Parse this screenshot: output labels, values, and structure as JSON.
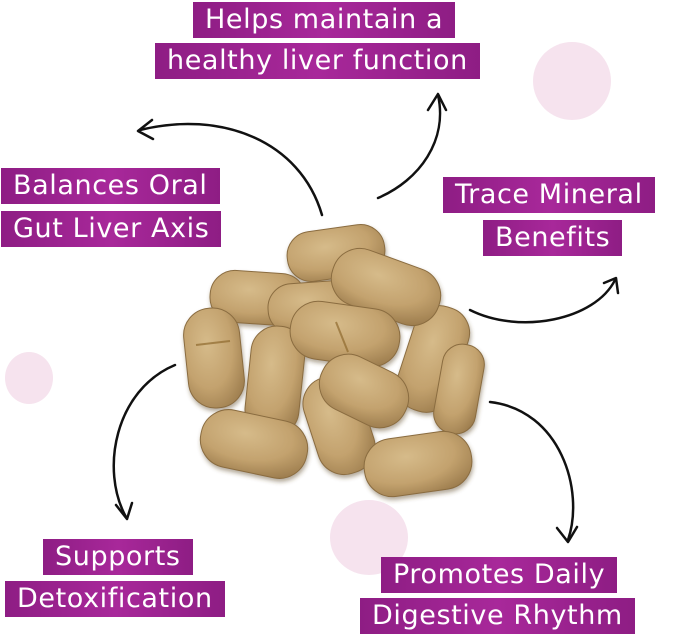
{
  "benefits": {
    "liver": [
      "Helps maintain a",
      "healthy liver function"
    ],
    "axis": [
      "Balances Oral",
      "Gut Liver Axis"
    ],
    "mineral": [
      "Trace Mineral",
      "Benefits"
    ],
    "detox": [
      "Supports",
      "Detoxification"
    ],
    "rhythm": [
      "Promotes Daily",
      "Digestive Rhythm"
    ]
  },
  "colors": {
    "label_bg": "#9b2290",
    "label_text": "#ffffff",
    "arrow": "#111111",
    "tablet": "#c7a774",
    "blob": "#f6e3ee"
  },
  "image": {
    "subject": "pile-of-tablets"
  }
}
